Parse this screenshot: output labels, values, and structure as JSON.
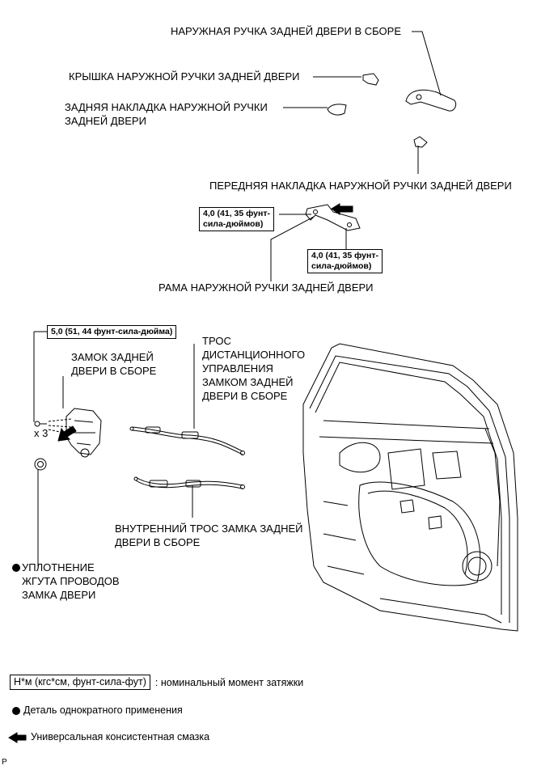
{
  "labels": {
    "outer_handle": "НАРУЖНАЯ РУЧКА ЗАДНЕЙ ДВЕРИ В СБОРЕ",
    "handle_cover": "КРЫШКА НАРУЖНОЙ РУЧКИ ЗАДНЕЙ ДВЕРИ",
    "rear_pad_l1": "ЗАДНЯЯ НАКЛАДКА НАРУЖНОЙ РУЧКИ",
    "rear_pad_l2": "ЗАДНЕЙ ДВЕРИ",
    "front_pad": "ПЕРЕДНЯЯ НАКЛАДКА НАРУЖНОЙ РУЧКИ ЗАДНЕЙ ДВЕРИ",
    "frame": "РАМА НАРУЖНОЙ РУЧКИ ЗАДНЕЙ ДВЕРИ",
    "lock_l1": "ЗАМОК ЗАДНЕЙ",
    "lock_l2": "ДВЕРИ В СБОРЕ",
    "remote_cable_l1": "ТРОС",
    "remote_cable_l2": "ДИСТАНЦИОННОГО",
    "remote_cable_l3": "УПРАВЛЕНИЯ",
    "remote_cable_l4": "ЗАМКОМ ЗАДНЕЙ",
    "remote_cable_l5": "ДВЕРИ В СБОРЕ",
    "inner_cable_l1": "ВНУТРЕННИЙ ТРОС ЗАМКА ЗАДНЕЙ",
    "inner_cable_l2": "ДВЕРИ В СБОРЕ",
    "grommet_l1": "УПЛОТНЕНИЕ",
    "grommet_l2": "ЖГУТА ПРОВОДОВ",
    "grommet_l3": "ЗАМКА ДВЕРИ",
    "qty": "x 3",
    "page_code": "P"
  },
  "torque": {
    "frame_left_l1": "4,0 (41, 35 фунт-",
    "frame_left_l2": "сила-дюймов)",
    "frame_right_l1": "4,0 (41, 35 фунт-",
    "frame_right_l2": "сила-дюймов)",
    "lock_screw": "5,0 (51, 44 фунт-сила-дюйма)"
  },
  "legend": {
    "torque_unit": "Н*м (кгс*см, фунт-сила-фут)",
    "torque_desc": ": номинальный момент затяжки",
    "nonreusable": "Деталь однократного применения",
    "grease": "Универсальная консистентная смазка"
  }
}
